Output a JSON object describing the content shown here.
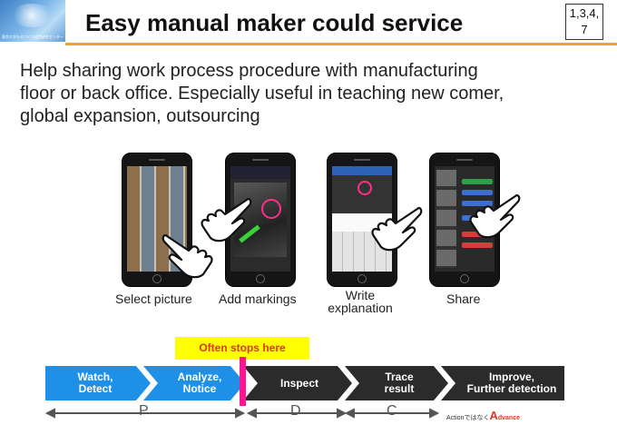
{
  "header": {
    "logo_text": "東京大学ものづくり経営研究センター",
    "title": "Easy manual maker could service",
    "page_ref_lines": [
      "1,3,4,",
      "7"
    ]
  },
  "body_lines": [
    "Help sharing work process procedure with manufacturing",
    "floor or back office. Especially useful in teaching new comer,",
    "global expansion, outsourcing"
  ],
  "steps": [
    {
      "caption": "Select picture"
    },
    {
      "caption": "Add markings"
    },
    {
      "caption_lines": [
        "Write",
        "explanation"
      ]
    },
    {
      "caption": "Share"
    }
  ],
  "callout": "Often stops here",
  "flow": [
    {
      "lines": [
        "Watch,",
        "Detect"
      ],
      "color": "#1e90e8"
    },
    {
      "lines": [
        "Analyze,",
        "Notice"
      ],
      "color": "#1e90e8"
    },
    {
      "lines": [
        "Inspect"
      ],
      "color": "#2b2b2b"
    },
    {
      "lines": [
        "Trace",
        "result"
      ],
      "color": "#2b2b2b"
    },
    {
      "lines": [
        "Improve,",
        "Further detection"
      ],
      "color": "#2b2b2b"
    }
  ],
  "phases": [
    "P",
    "D",
    "C"
  ],
  "advance": {
    "prefix": "Action",
    "middle": "ではなく",
    "cap": "A",
    "rest": "dvance"
  },
  "colors": {
    "accent_rule": "#e8a33a",
    "marker": "#ff1493",
    "callout_bg": "#ffff00",
    "callout_text": "#e0352c"
  }
}
